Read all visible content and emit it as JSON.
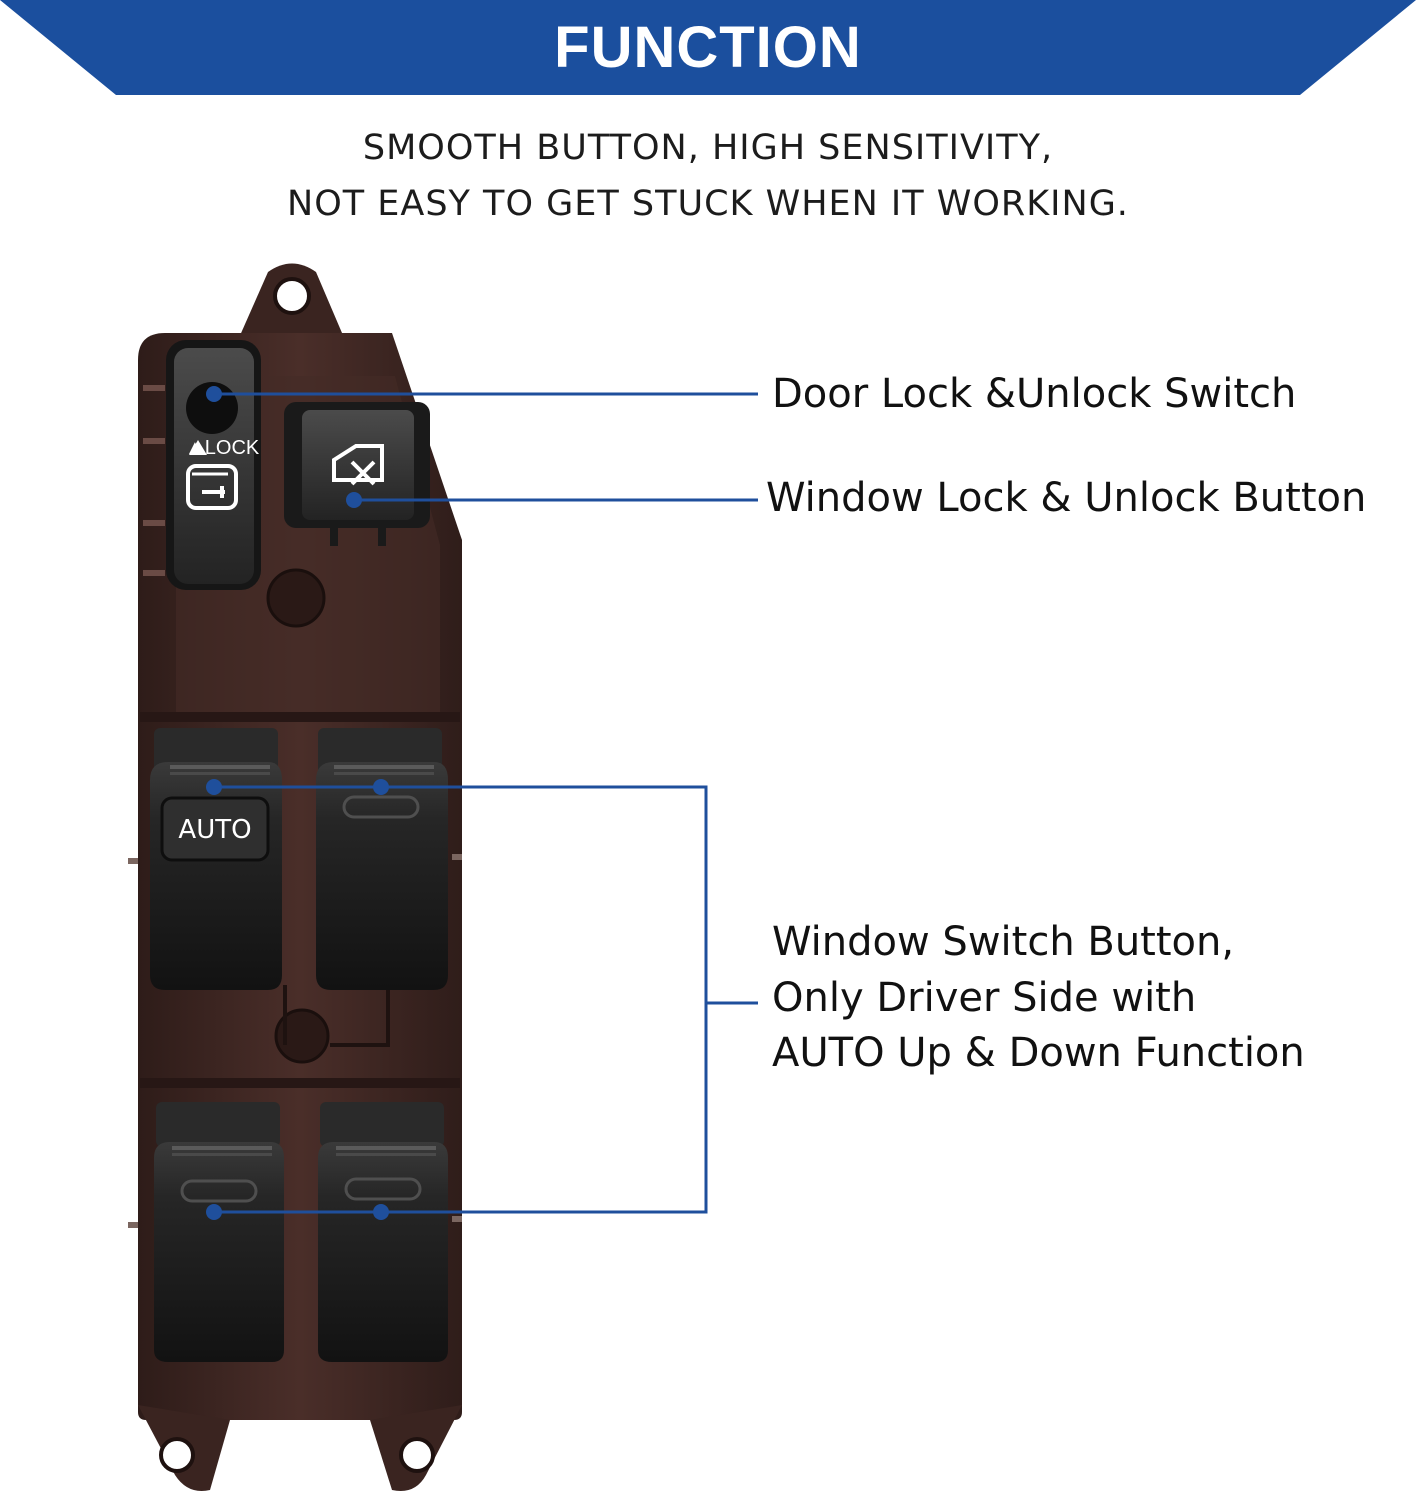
{
  "header": {
    "title": "FUNCTION",
    "banner_color": "#1b4f9e"
  },
  "intro": {
    "line1": "SMOOTH BUTTON, HIGH SENSITIVITY,",
    "line2": "NOT EASY TO GET STUCK WHEN IT WORKING."
  },
  "product": {
    "lock_switch_text": "▲LOCK",
    "auto_label": "AUTO",
    "housing_color": "#3d2622",
    "button_color": "#1f1f1f"
  },
  "callouts": {
    "door_lock": "Door Lock &Unlock Switch",
    "window_lock": "Window Lock & Unlock Button",
    "window_switch_line1": "Window Switch Button,",
    "window_switch_line2": "Only Driver Side with",
    "window_switch_line3": "AUTO Up & Down Function",
    "line_color": "#1f4f9c"
  }
}
